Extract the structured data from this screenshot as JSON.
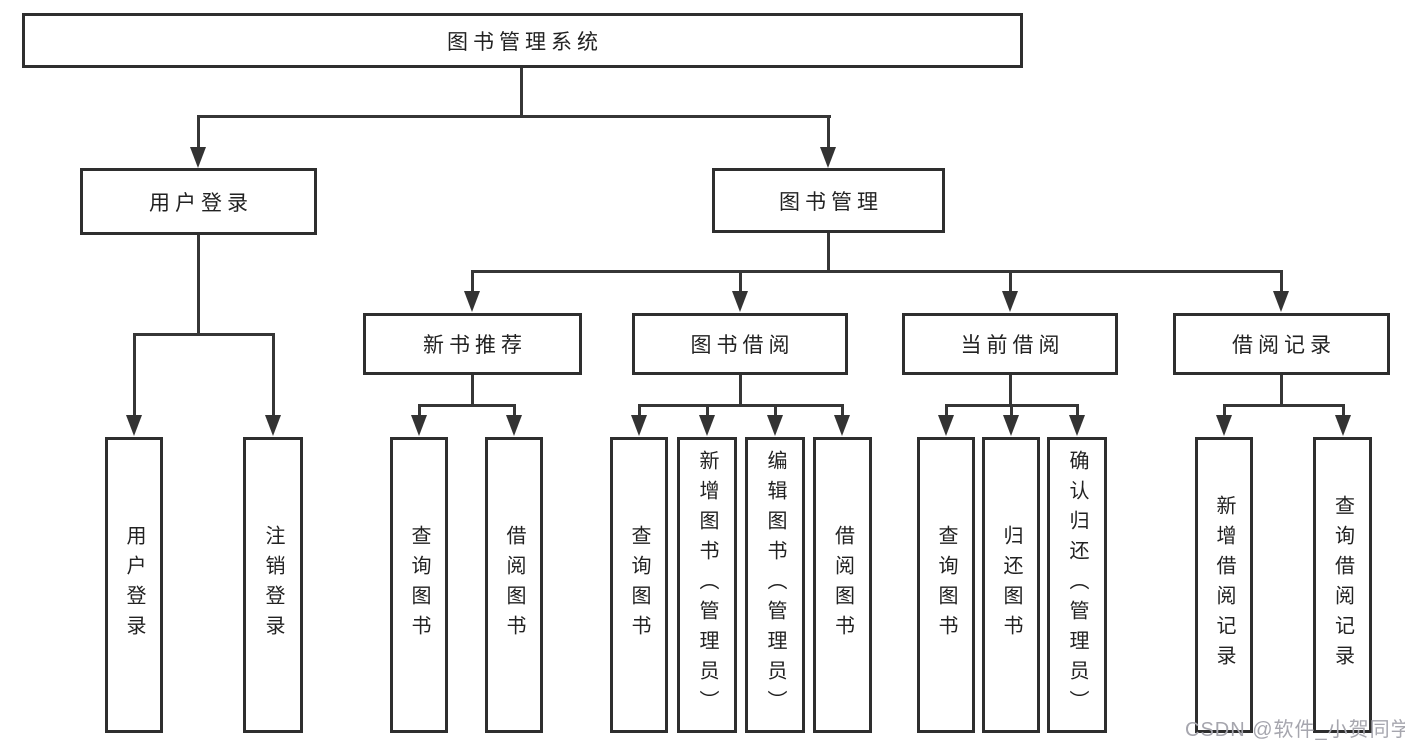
{
  "diagram": {
    "root": {
      "label": "图书管理系统"
    },
    "level2": [
      {
        "id": "user-login",
        "label": "用户登录",
        "parent": "图书管理系统"
      },
      {
        "id": "book-management",
        "label": "图书管理",
        "parent": "图书管理系统"
      }
    ],
    "level3": [
      {
        "id": "new-book-recommend",
        "label": "新书推荐",
        "parent": "图书管理"
      },
      {
        "id": "book-borrowing",
        "label": "图书借阅",
        "parent": "图书管理"
      },
      {
        "id": "current-borrowing",
        "label": "当前借阅",
        "parent": "图书管理"
      },
      {
        "id": "borrow-records",
        "label": "借阅记录",
        "parent": "图书管理"
      }
    ],
    "leaves": [
      {
        "id": "user-login-action",
        "label": "用户登录",
        "parent": "用户登录"
      },
      {
        "id": "logout-action",
        "label": "注销登录",
        "parent": "用户登录"
      },
      {
        "id": "query-books-recommend",
        "label": "查询图书",
        "parent": "新书推荐"
      },
      {
        "id": "borrow-books-recommend",
        "label": "借阅图书",
        "parent": "新书推荐"
      },
      {
        "id": "query-books-borrowing",
        "label": "查询图书",
        "parent": "图书借阅"
      },
      {
        "id": "add-books-admin",
        "label": "新增图书（管理员）",
        "parent": "图书借阅"
      },
      {
        "id": "edit-books-admin",
        "label": "编辑图书（管理员）",
        "parent": "图书借阅"
      },
      {
        "id": "borrow-books",
        "label": "借阅图书",
        "parent": "图书借阅"
      },
      {
        "id": "query-books-current",
        "label": "查询图书",
        "parent": "当前借阅"
      },
      {
        "id": "return-books",
        "label": "归还图书",
        "parent": "当前借阅"
      },
      {
        "id": "confirm-return-admin",
        "label": "确认归还（管理员）",
        "parent": "当前借阅"
      },
      {
        "id": "add-borrow-record",
        "label": "新增借阅记录",
        "parent": "借阅记录"
      },
      {
        "id": "query-borrow-record",
        "label": "查询借阅记录",
        "parent": "借阅记录"
      }
    ]
  },
  "watermark": {
    "text": "CSDN @软件_小贺同学"
  },
  "colors": {
    "background": "#ffffff",
    "box_border": "#2e2e2e",
    "line": "#363636",
    "text": "#222222",
    "watermark": "#a6a6ae"
  }
}
